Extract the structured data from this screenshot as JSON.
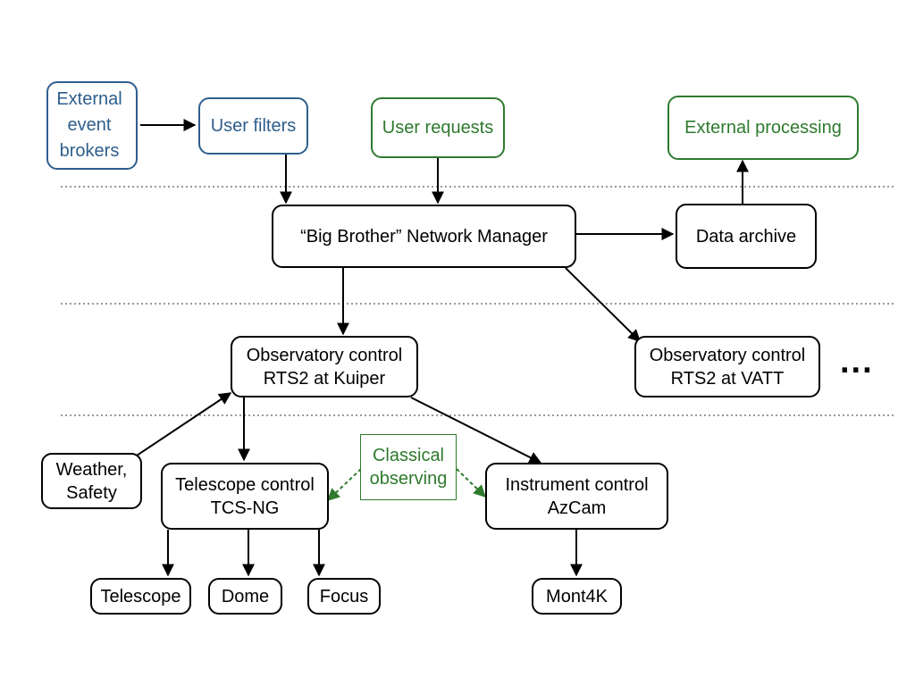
{
  "nodes": {
    "external_event_brokers": "External\nevent\nbrokers",
    "user_filters": "User filters",
    "user_requests": "User requests",
    "external_processing": "External processing",
    "network_manager": "“Big Brother” Network Manager",
    "data_archive": "Data archive",
    "obs_control_kuiper": "Observatory control\nRTS2 at Kuiper",
    "obs_control_vatt": "Observatory control\nRTS2 at VATT",
    "weather_safety": "Weather,\nSafety",
    "telescope_control": "Telescope control\nTCS-NG",
    "classical_observing": "Classical\nobserving",
    "instrument_control": "Instrument control\nAzCam",
    "telescope": "Telescope",
    "dome": "Dome",
    "focus": "Focus",
    "mont4k": "Mont4K"
  },
  "more_indicator": "...",
  "colors": {
    "blue": "#2e5e8c",
    "green": "#2e7a2e",
    "divider": "#999999",
    "line": "#000000"
  }
}
